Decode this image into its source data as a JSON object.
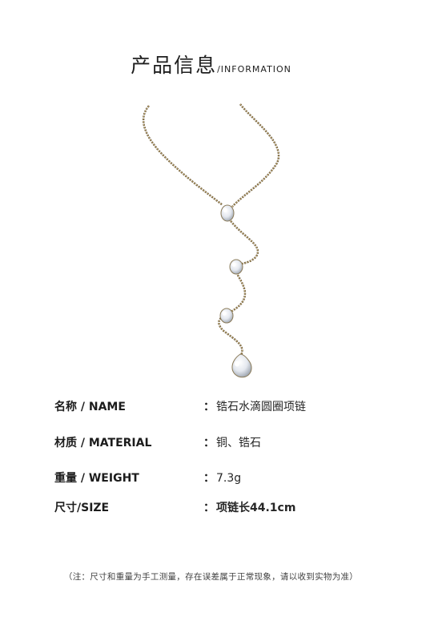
{
  "header": {
    "title_cn": "产品信息",
    "title_en": "/INFORMATION"
  },
  "specs": [
    {
      "label": "名称 / NAME",
      "colon": "：",
      "value": "锆石水滴圆圈项链"
    },
    {
      "label": "材质 / MATERIAL",
      "colon": "：",
      "value": "铜、锆石"
    },
    {
      "label": "重量 / WEIGHT",
      "colon": "：",
      "value": "7.3g"
    },
    {
      "label": "尺寸/SIZE",
      "colon": "：",
      "value": "项链长44.1cm"
    }
  ],
  "note": "（注：尺寸和重量为手工测量，存在误差属于正常现象，请以收到实物为准）",
  "colors": {
    "chain_gold": "#b89a5e",
    "chain_dark": "#6b5a3a",
    "stone": "#eef1f6"
  }
}
